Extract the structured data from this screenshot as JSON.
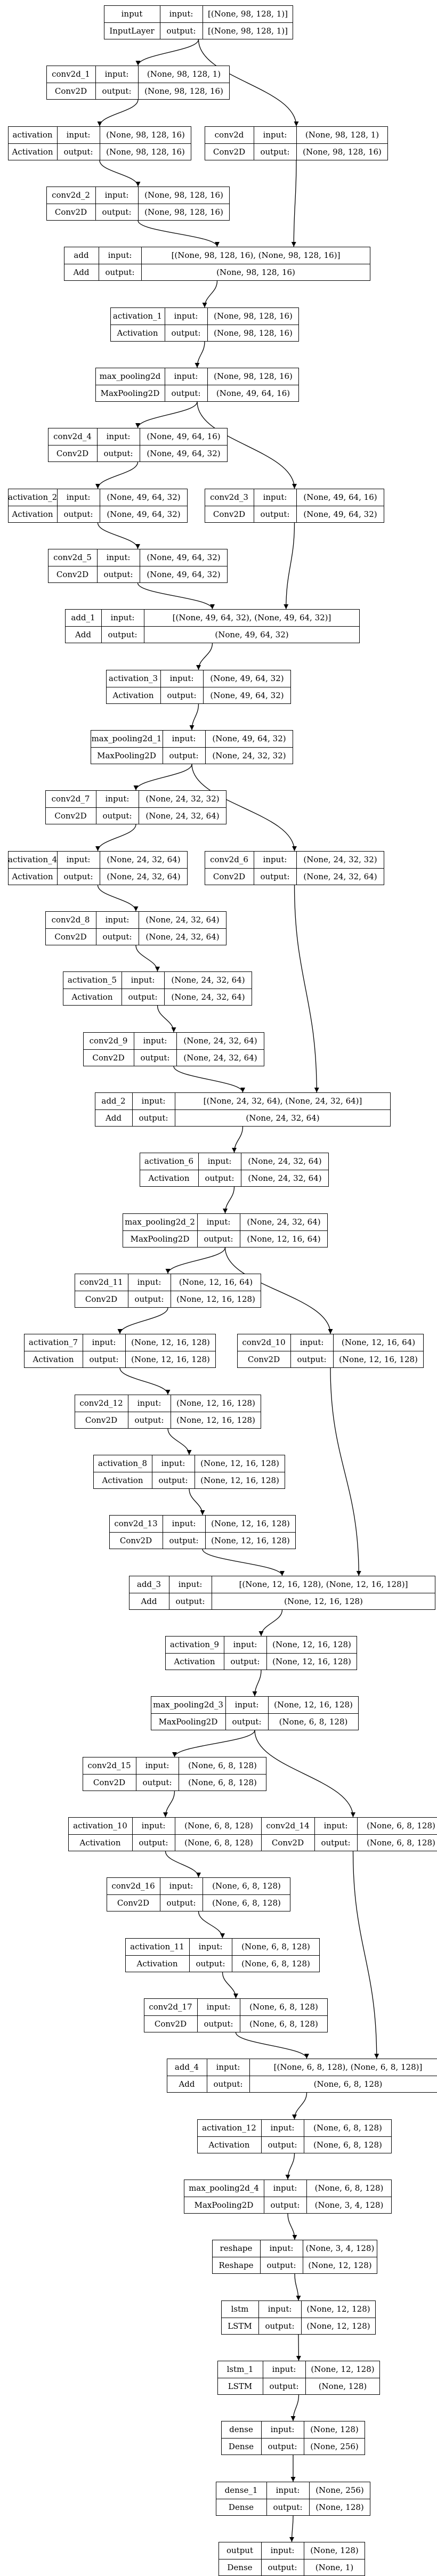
{
  "labels": {
    "input": "input:",
    "output": "output:"
  },
  "nodes": [
    {
      "id": "input_layer",
      "name": "input",
      "type": "InputLayer",
      "in": "[(None, 98, 128, 1)]",
      "out": "[(None, 98, 128, 1)]"
    },
    {
      "id": "conv2d_1",
      "name": "conv2d_1",
      "type": "Conv2D",
      "in": "(None, 98, 128, 1)",
      "out": "(None, 98, 128, 16)"
    },
    {
      "id": "activation",
      "name": "activation",
      "type": "Activation",
      "in": "(None, 98, 128, 16)",
      "out": "(None, 98, 128, 16)"
    },
    {
      "id": "conv2d",
      "name": "conv2d",
      "type": "Conv2D",
      "in": "(None, 98, 128, 1)",
      "out": "(None, 98, 128, 16)"
    },
    {
      "id": "conv2d_2",
      "name": "conv2d_2",
      "type": "Conv2D",
      "in": "(None, 98, 128, 16)",
      "out": "(None, 98, 128, 16)"
    },
    {
      "id": "add",
      "name": "add",
      "type": "Add",
      "in": "[(None, 98, 128, 16), (None, 98, 128, 16)]",
      "out": "(None, 98, 128, 16)"
    },
    {
      "id": "activation_1",
      "name": "activation_1",
      "type": "Activation",
      "in": "(None, 98, 128, 16)",
      "out": "(None, 98, 128, 16)"
    },
    {
      "id": "max_pooling2d",
      "name": "max_pooling2d",
      "type": "MaxPooling2D",
      "in": "(None, 98, 128, 16)",
      "out": "(None, 49, 64, 16)"
    },
    {
      "id": "conv2d_4",
      "name": "conv2d_4",
      "type": "Conv2D",
      "in": "(None, 49, 64, 16)",
      "out": "(None, 49, 64, 32)"
    },
    {
      "id": "activation_2",
      "name": "activation_2",
      "type": "Activation",
      "in": "(None, 49, 64, 32)",
      "out": "(None, 49, 64, 32)"
    },
    {
      "id": "conv2d_3",
      "name": "conv2d_3",
      "type": "Conv2D",
      "in": "(None, 49, 64, 16)",
      "out": "(None, 49, 64, 32)"
    },
    {
      "id": "conv2d_5",
      "name": "conv2d_5",
      "type": "Conv2D",
      "in": "(None, 49, 64, 32)",
      "out": "(None, 49, 64, 32)"
    },
    {
      "id": "add_1",
      "name": "add_1",
      "type": "Add",
      "in": "[(None, 49, 64, 32), (None, 49, 64, 32)]",
      "out": "(None, 49, 64, 32)"
    },
    {
      "id": "activation_3",
      "name": "activation_3",
      "type": "Activation",
      "in": "(None, 49, 64, 32)",
      "out": "(None, 49, 64, 32)"
    },
    {
      "id": "max_pooling2d_1",
      "name": "max_pooling2d_1",
      "type": "MaxPooling2D",
      "in": "(None, 49, 64, 32)",
      "out": "(None, 24, 32, 32)"
    },
    {
      "id": "conv2d_7",
      "name": "conv2d_7",
      "type": "Conv2D",
      "in": "(None, 24, 32, 32)",
      "out": "(None, 24, 32, 64)"
    },
    {
      "id": "activation_4",
      "name": "activation_4",
      "type": "Activation",
      "in": "(None, 24, 32, 64)",
      "out": "(None, 24, 32, 64)"
    },
    {
      "id": "conv2d_6",
      "name": "conv2d_6",
      "type": "Conv2D",
      "in": "(None, 24, 32, 32)",
      "out": "(None, 24, 32, 64)"
    },
    {
      "id": "conv2d_8",
      "name": "conv2d_8",
      "type": "Conv2D",
      "in": "(None, 24, 32, 64)",
      "out": "(None, 24, 32, 64)"
    },
    {
      "id": "activation_5",
      "name": "activation_5",
      "type": "Activation",
      "in": "(None, 24, 32, 64)",
      "out": "(None, 24, 32, 64)"
    },
    {
      "id": "conv2d_9",
      "name": "conv2d_9",
      "type": "Conv2D",
      "in": "(None, 24, 32, 64)",
      "out": "(None, 24, 32, 64)"
    },
    {
      "id": "add_2",
      "name": "add_2",
      "type": "Add",
      "in": "[(None, 24, 32, 64), (None, 24, 32, 64)]",
      "out": "(None, 24, 32, 64)"
    },
    {
      "id": "activation_6",
      "name": "activation_6",
      "type": "Activation",
      "in": "(None, 24, 32, 64)",
      "out": "(None, 24, 32, 64)"
    },
    {
      "id": "max_pooling2d_2",
      "name": "max_pooling2d_2",
      "type": "MaxPooling2D",
      "in": "(None, 24, 32, 64)",
      "out": "(None, 12, 16, 64)"
    },
    {
      "id": "conv2d_11",
      "name": "conv2d_11",
      "type": "Conv2D",
      "in": "(None, 12, 16, 64)",
      "out": "(None, 12, 16, 128)"
    },
    {
      "id": "activation_7",
      "name": "activation_7",
      "type": "Activation",
      "in": "(None, 12, 16, 128)",
      "out": "(None, 12, 16, 128)"
    },
    {
      "id": "conv2d_10",
      "name": "conv2d_10",
      "type": "Conv2D",
      "in": "(None, 12, 16, 64)",
      "out": "(None, 12, 16, 128)"
    },
    {
      "id": "conv2d_12",
      "name": "conv2d_12",
      "type": "Conv2D",
      "in": "(None, 12, 16, 128)",
      "out": "(None, 12, 16, 128)"
    },
    {
      "id": "activation_8",
      "name": "activation_8",
      "type": "Activation",
      "in": "(None, 12, 16, 128)",
      "out": "(None, 12, 16, 128)"
    },
    {
      "id": "conv2d_13",
      "name": "conv2d_13",
      "type": "Conv2D",
      "in": "(None, 12, 16, 128)",
      "out": "(None, 12, 16, 128)"
    },
    {
      "id": "add_3",
      "name": "add_3",
      "type": "Add",
      "in": "[(None, 12, 16, 128), (None, 12, 16, 128)]",
      "out": "(None, 12, 16, 128)"
    },
    {
      "id": "activation_9",
      "name": "activation_9",
      "type": "Activation",
      "in": "(None, 12, 16, 128)",
      "out": "(None, 12, 16, 128)"
    },
    {
      "id": "max_pooling2d_3",
      "name": "max_pooling2d_3",
      "type": "MaxPooling2D",
      "in": "(None, 12, 16, 128)",
      "out": "(None, 6, 8, 128)"
    },
    {
      "id": "conv2d_15",
      "name": "conv2d_15",
      "type": "Conv2D",
      "in": "(None, 6, 8, 128)",
      "out": "(None, 6, 8, 128)"
    },
    {
      "id": "activation_10",
      "name": "activation_10",
      "type": "Activation",
      "in": "(None, 6, 8, 128)",
      "out": "(None, 6, 8, 128)"
    },
    {
      "id": "conv2d_14",
      "name": "conv2d_14",
      "type": "Conv2D",
      "in": "(None, 6, 8, 128)",
      "out": "(None, 6, 8, 128)"
    },
    {
      "id": "conv2d_16",
      "name": "conv2d_16",
      "type": "Conv2D",
      "in": "(None, 6, 8, 128)",
      "out": "(None, 6, 8, 128)"
    },
    {
      "id": "activation_11",
      "name": "activation_11",
      "type": "Activation",
      "in": "(None, 6, 8, 128)",
      "out": "(None, 6, 8, 128)"
    },
    {
      "id": "conv2d_17",
      "name": "conv2d_17",
      "type": "Conv2D",
      "in": "(None, 6, 8, 128)",
      "out": "(None, 6, 8, 128)"
    },
    {
      "id": "add_4",
      "name": "add_4",
      "type": "Add",
      "in": "[(None, 6, 8, 128), (None, 6, 8, 128)]",
      "out": "(None, 6, 8, 128)"
    },
    {
      "id": "activation_12",
      "name": "activation_12",
      "type": "Activation",
      "in": "(None, 6, 8, 128)",
      "out": "(None, 6, 8, 128)"
    },
    {
      "id": "max_pooling2d_4",
      "name": "max_pooling2d_4",
      "type": "MaxPooling2D",
      "in": "(None, 6, 8, 128)",
      "out": "(None, 3, 4, 128)"
    },
    {
      "id": "reshape",
      "name": "reshape",
      "type": "Reshape",
      "in": "(None, 3, 4, 128)",
      "out": "(None, 12, 128)"
    },
    {
      "id": "lstm",
      "name": "lstm",
      "type": "LSTM",
      "in": "(None, 12, 128)",
      "out": "(None, 12, 128)"
    },
    {
      "id": "lstm_1",
      "name": "lstm_1",
      "type": "LSTM",
      "in": "(None, 12, 128)",
      "out": "(None, 128)"
    },
    {
      "id": "dense",
      "name": "dense",
      "type": "Dense",
      "in": "(None, 128)",
      "out": "(None, 256)"
    },
    {
      "id": "dense_1",
      "name": "dense_1",
      "type": "Dense",
      "in": "(None, 256)",
      "out": "(None, 128)"
    },
    {
      "id": "output",
      "name": "output",
      "type": "Dense",
      "in": "(None, 128)",
      "out": "(None, 1)"
    }
  ],
  "edges": [
    [
      "input_layer",
      "conv2d_1"
    ],
    [
      "input_layer",
      "conv2d"
    ],
    [
      "conv2d_1",
      "activation"
    ],
    [
      "activation",
      "conv2d_2"
    ],
    [
      "conv2d_2",
      "add"
    ],
    [
      "conv2d",
      "add"
    ],
    [
      "add",
      "activation_1"
    ],
    [
      "activation_1",
      "max_pooling2d"
    ],
    [
      "max_pooling2d",
      "conv2d_4"
    ],
    [
      "max_pooling2d",
      "conv2d_3"
    ],
    [
      "conv2d_4",
      "activation_2"
    ],
    [
      "activation_2",
      "conv2d_5"
    ],
    [
      "conv2d_5",
      "add_1"
    ],
    [
      "conv2d_3",
      "add_1"
    ],
    [
      "add_1",
      "activation_3"
    ],
    [
      "activation_3",
      "max_pooling2d_1"
    ],
    [
      "max_pooling2d_1",
      "conv2d_7"
    ],
    [
      "max_pooling2d_1",
      "conv2d_6"
    ],
    [
      "conv2d_7",
      "activation_4"
    ],
    [
      "activation_4",
      "conv2d_8"
    ],
    [
      "conv2d_8",
      "activation_5"
    ],
    [
      "activation_5",
      "conv2d_9"
    ],
    [
      "conv2d_9",
      "add_2"
    ],
    [
      "conv2d_6",
      "add_2"
    ],
    [
      "add_2",
      "activation_6"
    ],
    [
      "activation_6",
      "max_pooling2d_2"
    ],
    [
      "max_pooling2d_2",
      "conv2d_11"
    ],
    [
      "max_pooling2d_2",
      "conv2d_10"
    ],
    [
      "conv2d_11",
      "activation_7"
    ],
    [
      "activation_7",
      "conv2d_12"
    ],
    [
      "conv2d_12",
      "activation_8"
    ],
    [
      "activation_8",
      "conv2d_13"
    ],
    [
      "conv2d_13",
      "add_3"
    ],
    [
      "conv2d_10",
      "add_3"
    ],
    [
      "add_3",
      "activation_9"
    ],
    [
      "activation_9",
      "max_pooling2d_3"
    ],
    [
      "max_pooling2d_3",
      "conv2d_15"
    ],
    [
      "max_pooling2d_3",
      "conv2d_14"
    ],
    [
      "conv2d_15",
      "activation_10"
    ],
    [
      "activation_10",
      "conv2d_16"
    ],
    [
      "conv2d_16",
      "activation_11"
    ],
    [
      "activation_11",
      "conv2d_17"
    ],
    [
      "conv2d_17",
      "add_4"
    ],
    [
      "conv2d_14",
      "add_4"
    ],
    [
      "add_4",
      "activation_12"
    ],
    [
      "activation_12",
      "max_pooling2d_4"
    ],
    [
      "max_pooling2d_4",
      "reshape"
    ],
    [
      "reshape",
      "lstm"
    ],
    [
      "lstm",
      "lstm_1"
    ],
    [
      "lstm_1",
      "dense"
    ],
    [
      "dense",
      "dense_1"
    ],
    [
      "dense_1",
      "output"
    ]
  ]
}
